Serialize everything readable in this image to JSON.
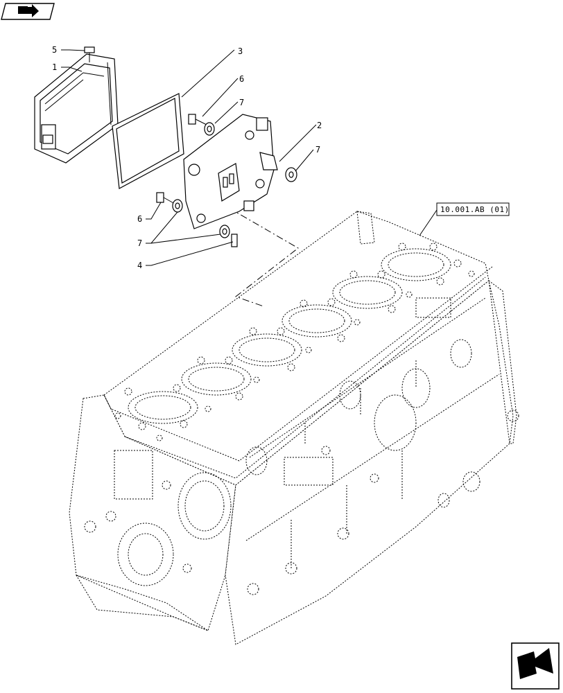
{
  "callouts": [
    {
      "id": "5",
      "label": "5"
    },
    {
      "id": "1",
      "label": "1"
    },
    {
      "id": "3",
      "label": "3"
    },
    {
      "id": "6a",
      "label": "6"
    },
    {
      "id": "7a",
      "label": "7"
    },
    {
      "id": "2",
      "label": "2"
    },
    {
      "id": "7b",
      "label": "7"
    },
    {
      "id": "6b",
      "label": "6"
    },
    {
      "id": "7c",
      "label": "7"
    },
    {
      "id": "4",
      "label": "4"
    }
  ],
  "reference_box": "10.001.AB (01)",
  "icons": {
    "top_left": "book-arrow-icon",
    "bottom_right": "next-page-arrow-icon"
  }
}
